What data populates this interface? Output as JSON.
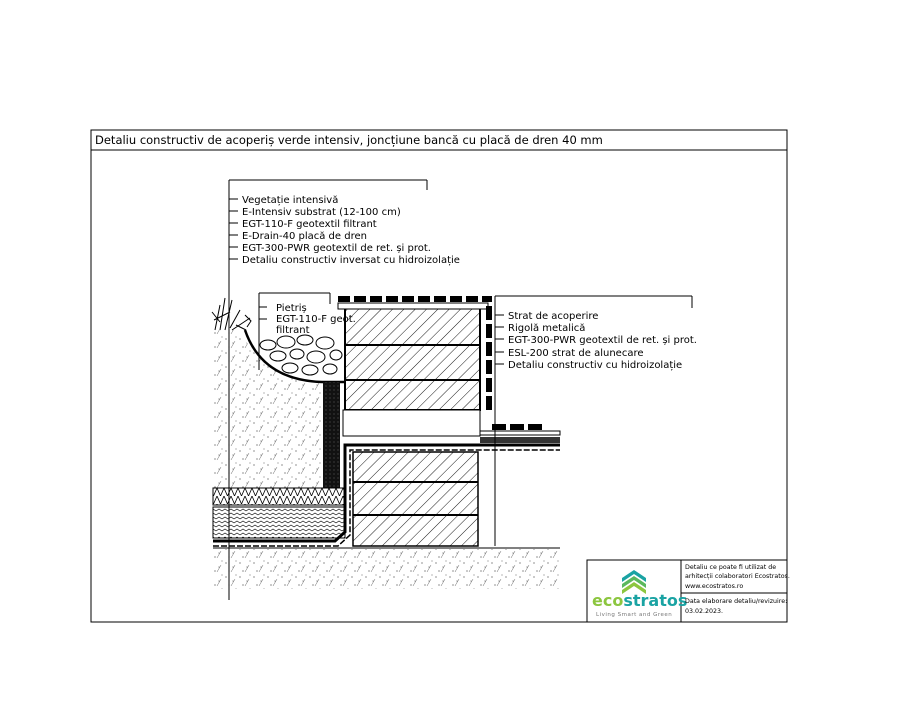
{
  "title": "Detaliu constructiv de acoperiș verde intensiv, joncțiune bancă cu placă de dren 40 mm",
  "left_labels": [
    "Vegetație intensivă",
    "E-Intensiv substrat (12-100 cm)",
    "EGT-110-F geotextil filtrant",
    "E-Drain-40 placă de dren",
    "EGT-300-PWR geotextil de ret. și prot.",
    "Detaliu constructiv inversat cu hidroizolație"
  ],
  "gravel_labels": [
    "Pietriș",
    "EGT-110-F geot.",
    "filtrant"
  ],
  "right_labels": [
    "Strat de acoperire",
    "Rigolă metalică",
    "EGT-300-PWR geotextil de ret. și prot.",
    "ESL-200 strat de alunecare",
    "Detaliu constructiv cu hidroizolație"
  ],
  "title_block": {
    "logo_text": "ecostratos",
    "logo_eco": "eco",
    "logo_stratos": "stratos",
    "slogan": "Living Smart and Green",
    "note_line1": "Detaliu ce poate fi utilizat de",
    "note_line2": "arhitecții colaboratori Ecostratos.",
    "website": "www.ecostratos.ro",
    "date_label": "Data elaborare detaliu/revizuire:",
    "date": "03.02.2023."
  },
  "colors": {
    "brand_green": "#8cc63f",
    "brand_teal": "#1aa3a3"
  }
}
